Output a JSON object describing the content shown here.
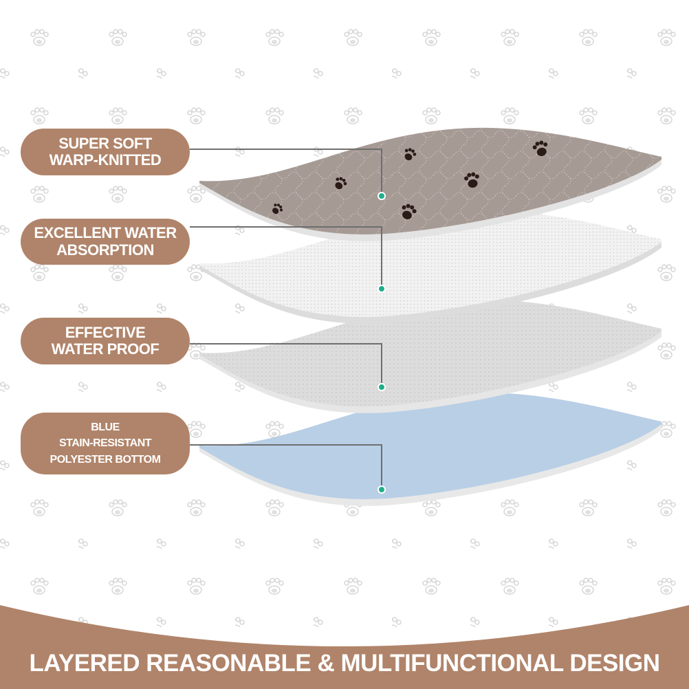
{
  "labels": [
    {
      "lines": [
        "SUPER SOFT",
        "WARP-KNITTED"
      ]
    },
    {
      "lines": [
        "EXCELLENT WATER",
        "ABSORPTION"
      ]
    },
    {
      "lines": [
        "EFFECTIVE",
        "WATER PROOF"
      ]
    },
    {
      "lines": [
        "BLUE",
        "STAIN-RESISTANT",
        "POLYESTER BOTTOM"
      ]
    }
  ],
  "banner": {
    "title": "LAYERED REASONABLE & MULTIFUNCTIONAL DESIGN"
  },
  "colors": {
    "brand": "#b0846a",
    "dot": "#1fae8a",
    "top_layer": "#a69a95",
    "blue_layer": "#b8cfe6",
    "line": "#6e6e6e"
  }
}
